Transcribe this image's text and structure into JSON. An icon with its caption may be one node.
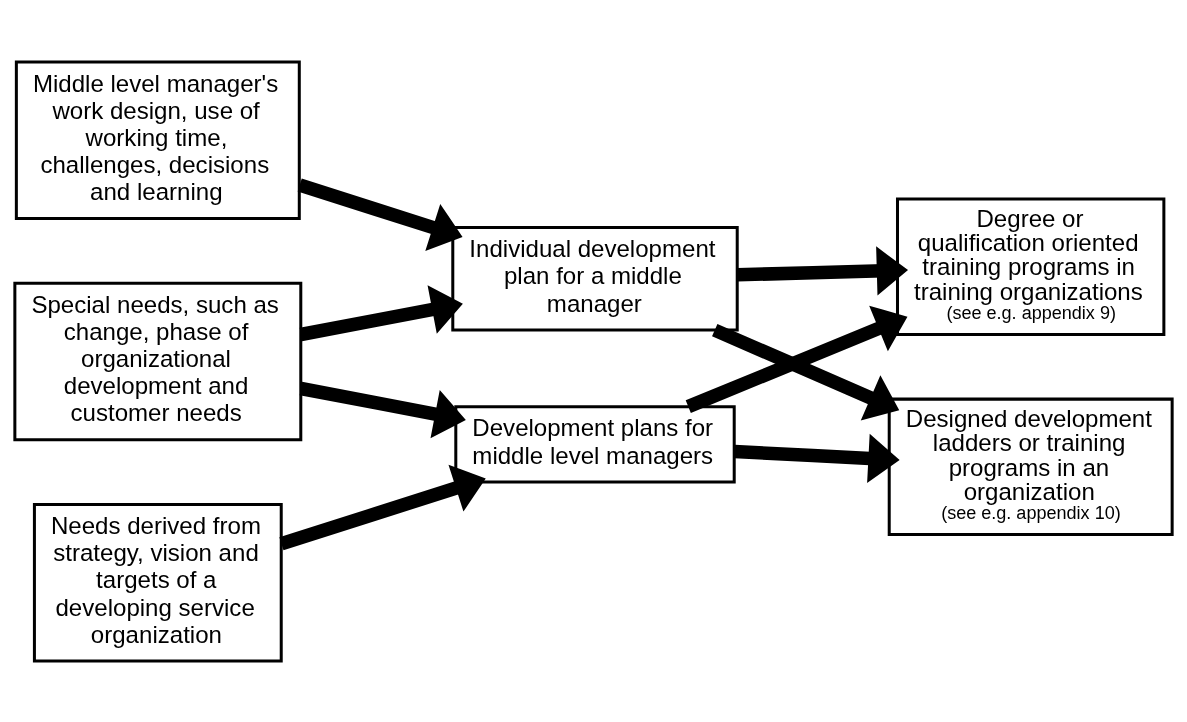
{
  "diagram": {
    "nodes": [
      {
        "text": [
          "Middle level manager's work design, use of working time, challenges, decisions and learning"
        ]
      },
      {
        "text": [
          "Individual development plan for a middle manager"
        ]
      },
      {
        "text": [
          "Degree or qualification oriented training programs in training organizations",
          "(see e.g. appendix 9)"
        ]
      },
      {
        "text": [
          "Special needs, such as change, phase of organizational development and customer needs"
        ]
      },
      {
        "text": [
          "Development plans for middle level managers"
        ]
      },
      {
        "text": [
          "Designed development ladders or training programs in an organization",
          "(see e.g. appendix 10)"
        ]
      },
      {
        "text": [
          "Needs derived from strategy, vision and targets of a developing service organization"
        ]
      }
    ],
    "edges": [
      {
        "from": 0,
        "to": 1,
        "arrow": "to"
      },
      {
        "from": 1,
        "to": 2,
        "arrow": "to"
      },
      {
        "from": 1,
        "to": 5,
        "arrow": "to"
      },
      {
        "from": 3,
        "to": 1,
        "arrow": "to"
      },
      {
        "from": 3,
        "to": 4,
        "arrow": "to"
      },
      {
        "from": 4,
        "to": 2,
        "arrow": "to"
      },
      {
        "from": 4,
        "to": 5,
        "arrow": "to"
      },
      {
        "from": 6,
        "to": 4,
        "arrow": "to"
      }
    ]
  }
}
